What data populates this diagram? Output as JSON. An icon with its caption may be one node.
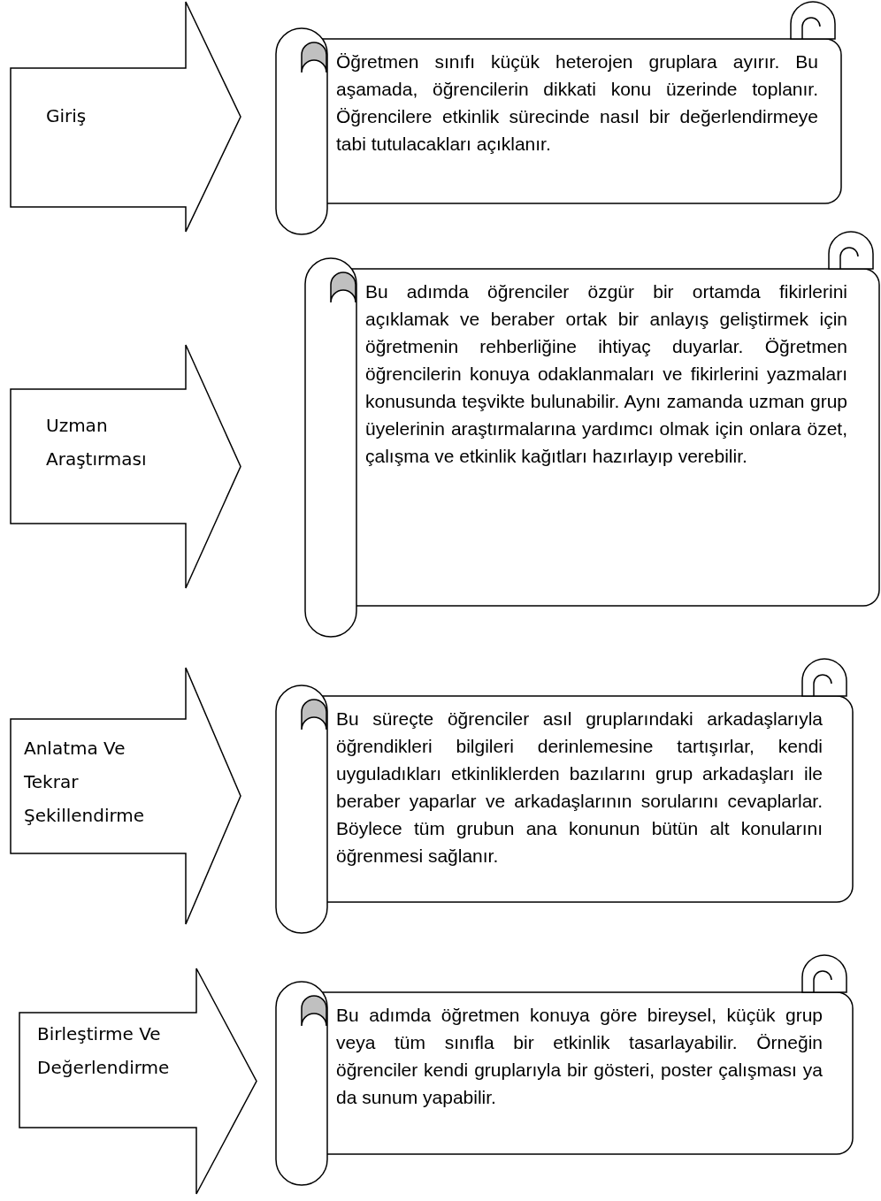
{
  "diagram": {
    "nodes": [
      {
        "text": [
          "Giriş"
        ]
      },
      {
        "text": [
          "Öğretmen sınıfı küçük heterojen gruplara ayırır. Bu aşamada, öğrencilerin dikkati konu üzerinde toplanır. Öğrencilere etkinlik sürecinde nasıl bir değerlendirmeye tabi tutulacakları açıklanır."
        ]
      },
      {
        "text": [
          "Uzman Araştırması"
        ]
      },
      {
        "text": [
          "Bu adımda öğrenciler özgür bir ortamda fikirlerini açıklamak ve beraber ortak bir anlayış geliştirmek için öğretmenin rehberliğine ihtiyaç duyarlar. Öğretmen öğrencilerin konuya odaklanmaları ve fikirlerini yazmaları konusunda teşvikte bulunabilir. Aynı zamanda uzman grup üyelerinin araştırmalarına yardımcı olmak için onlara özet, çalışma ve etkinlik kağıtları hazırlayıp verebilir."
        ]
      },
      {
        "text": [
          "Anlatma Ve Tekrar Şekillendirme"
        ]
      },
      {
        "text": [
          "Bu süreçte öğrenciler asıl gruplarındaki arkadaşlarıyla öğrendikleri bilgileri derinlemesine tartışırlar, kendi uyguladıkları etkinliklerden bazılarını grup arkadaşları ile beraber yaparlar ve arkadaşlarının sorularını cevaplarlar. Böylece tüm grubun ana konunun bütün alt konularını öğrenmesi sağlanır."
        ]
      },
      {
        "text": [
          "Birleştirme Ve Değerlendirme"
        ]
      },
      {
        "text": [
          "Bu adımda öğretmen konuya göre bireysel, küçük grup veya tüm sınıfla bir etkinlik tasarlayabilir. Örneğin öğrenciler kendi gruplarıyla bir gösteri, poster çalışması ya da sunum yapabilir."
        ]
      }
    ],
    "edges": []
  }
}
